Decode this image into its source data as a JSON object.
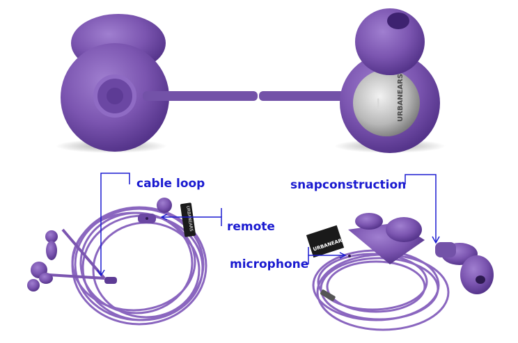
{
  "annotations": {
    "cable_loop": "cable loop",
    "remote": "remote",
    "snapconstruction": "snapconstruction",
    "microphone": "microphone"
  },
  "brand_text": {
    "earphone_cap": "URBANEARS",
    "cable_tag": "URBANEARS"
  },
  "colors": {
    "product": "#7b55b0",
    "product_dark": "#4f2f85",
    "callout": "#1a1ad0"
  }
}
